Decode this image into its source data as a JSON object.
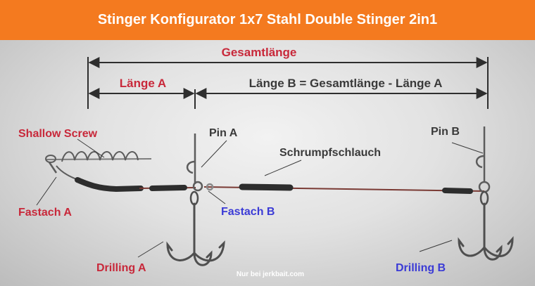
{
  "title": "Stinger Konfigurator 1x7 Stahl Double Stinger 2in1",
  "dimensions": {
    "total": "Gesamtlänge",
    "length_a": "Länge A",
    "length_b": "Länge B = Gesamtlänge - Länge A"
  },
  "labels": {
    "shallow_screw": "Shallow Screw",
    "fastach_a": "Fastach A",
    "pin_a": "Pin A",
    "fastach_b": "Fastach B",
    "schrumpfschlauch": "Schrumpfschlauch",
    "pin_b": "Pin B",
    "drilling_a": "Drilling A",
    "drilling_b": "Drilling B"
  },
  "watermark": "Nur bei jerkbait.com",
  "colors": {
    "header": "#f47a1f",
    "red_label": "#c8283a",
    "blue_label": "#3b3bd6",
    "dark_label": "#3a3a3a",
    "wire": "#7a3a34",
    "metal": "#5c5c5c"
  }
}
